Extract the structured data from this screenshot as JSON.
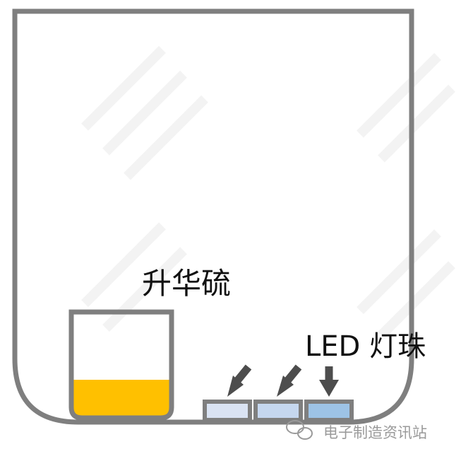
{
  "labels": {
    "sublimated_sulfur": "升华硫",
    "led_beads": "LED 灯珠"
  },
  "watermark": {
    "text": "电子制造资讯站"
  },
  "colors": {
    "outline": "#7f7f7f",
    "sulfur_fill": "#ffc000",
    "led_fill_light": "#dae3f3",
    "led_fill_mid": "#c5d7ef",
    "led_fill_dark": "#9dc3e6",
    "arrow": "#4d4d4d",
    "background": "#ffffff"
  },
  "beaker": {
    "fill_level": 0.37
  }
}
